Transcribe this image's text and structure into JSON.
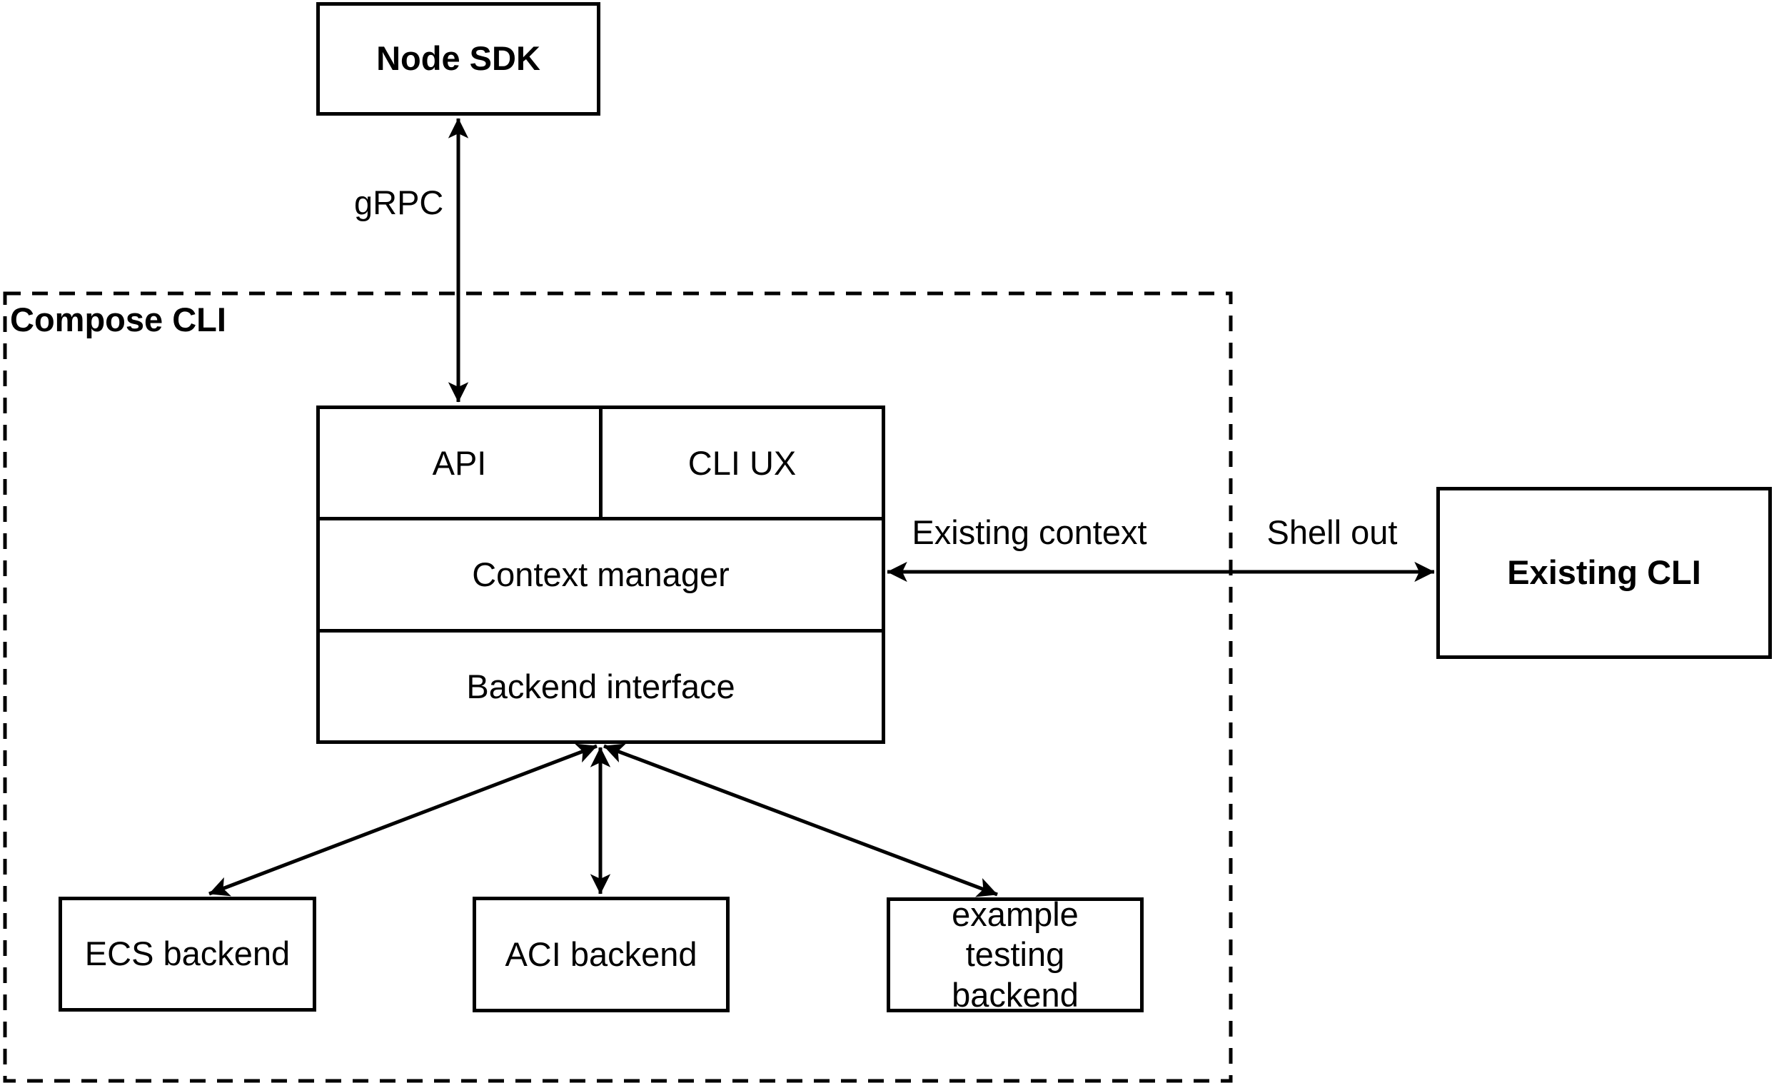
{
  "diagram": {
    "container_label": "Compose CLI",
    "nodes": {
      "node_sdk": {
        "label": "Node SDK"
      },
      "api": {
        "label": "API"
      },
      "cli_ux": {
        "label": "CLI UX"
      },
      "context_manager": {
        "label": "Context manager"
      },
      "backend_interface": {
        "label": "Backend interface"
      },
      "existing_cli": {
        "label": "Existing CLI"
      },
      "ecs_backend": {
        "label": "ECS backend"
      },
      "aci_backend": {
        "label": "ACI backend"
      },
      "example_testing_backend": {
        "label": "example testing backend"
      }
    },
    "edge_labels": {
      "grpc": "gRPC",
      "existing_context": "Existing context",
      "shell_out": "Shell out"
    },
    "colors": {
      "stroke": "#000000",
      "background": "#ffffff",
      "text": "#000000"
    }
  }
}
